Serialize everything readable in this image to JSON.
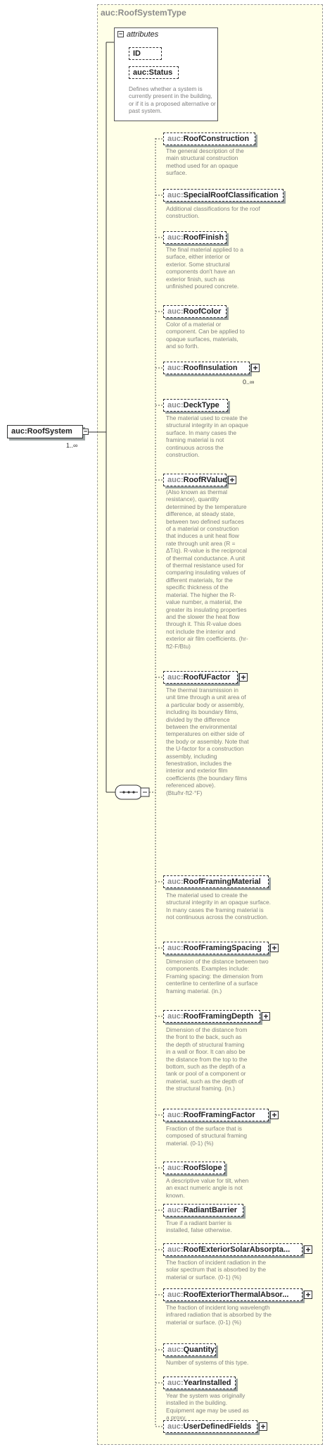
{
  "diagram": {
    "type_title": "auc:RoofSystemType",
    "root": {
      "name": "auc:RoofSystem",
      "cardinality": "1..∞"
    },
    "attributes": {
      "header": "attributes",
      "items": [
        {
          "name": "ID"
        },
        {
          "name": "auc:Status",
          "description": "Defines whether a system is currently present in the building, or if it is a proposed alternative or past system."
        }
      ]
    },
    "children": [
      {
        "name": "auc:RoofConstruction",
        "description": "The general description of the main structural construction method used for an opaque surface."
      },
      {
        "name": "auc:SpecialRoofClassification",
        "description": "Additional classifications for the roof construction."
      },
      {
        "name": "auc:RoofFinish",
        "description": "The final material applied to a surface, either interior or exterior. Some structural components don't have an exterior finish, such as unfinished poured concrete."
      },
      {
        "name": "auc:RoofColor",
        "description": "Color of a material or component. Can be applied to opaque surfaces, materials, and so forth."
      },
      {
        "name": "auc:RoofInsulation",
        "cardinality": "0..∞"
      },
      {
        "name": "auc:DeckType",
        "description": "The material used to create the structural integrity in an opaque surface. In many cases the framing material is not continuous across the construction."
      },
      {
        "name": "auc:RoofRValue",
        "description": "(Also known as thermal resistance), quantity determined by the temperature difference, at steady state, between two defined surfaces of a material or construction that induces a unit heat flow rate through unit area (R = ΔT/q). R-value is the reciprocal of thermal conductance. A unit of thermal resistance used for comparing insulating values of different materials, for the specific thickness of the material. The higher the R-value number, a material, the greater its insulating properties and the slower the heat flow through it. This R-value does not include the interior and exterior air film coefficients. (hr-ft2-F/Btu)"
      },
      {
        "name": "auc:RoofUFactor",
        "description": "The thermal transmission in unit time through a unit area of a particular body or assembly, including its boundary films, divided by the difference between the environmental temperatures on either side of the body or assembly. Note that the U-factor for a construction assembly, including fenestration, includes the interior and exterior film coefficients (the boundary films referenced above). (Btu/hr·ft2·°F)"
      },
      {
        "name": "auc:RoofFramingMaterial",
        "description": "The material used to create the structural integrity in an opaque surface. In many cases the framing material is not continuous across the construction."
      },
      {
        "name": "auc:RoofFramingSpacing",
        "description": "Dimension of the distance between two components. Examples include: Framing spacing: the dimension from centerline to centerline of a surface framing material. (in.)"
      },
      {
        "name": "auc:RoofFramingDepth",
        "description": "Dimension of the distance from the front to the back, such as the depth of structural framing in a wall or floor. It can also be the distance from the top to the bottom, such as the depth of a tank or pool of a component or material, such as the depth of the structural framing. (in.)"
      },
      {
        "name": "auc:RoofFramingFactor",
        "description": "Fraction of the surface that is composed of structural framing material. (0-1) (%)"
      },
      {
        "name": "auc:RoofSlope",
        "description": "A descriptive value for tilt, when an exact numeric angle is not known."
      },
      {
        "name": "auc:RadiantBarrier",
        "description": "True if a radiant barrier is installed, false otherwise."
      },
      {
        "name": "auc:RoofExteriorSolarAbsorpta...",
        "description": "The fraction of incident radiation in the solar spectrum that is absorbed by the material or surface. (0-1) (%)"
      },
      {
        "name": "auc:RoofExteriorThermalAbsor...",
        "description": "The fraction of incident long wavelength infrared radiation that is absorbed by the material or surface. (0-1) (%)"
      },
      {
        "name": "auc:Quantity",
        "description": "Number of systems of this type."
      },
      {
        "name": "auc:YearInstalled",
        "description": "Year the system was originally installed in the building. Equipment age may be used as a proxy."
      },
      {
        "name": "auc:UserDefinedFields"
      }
    ]
  }
}
